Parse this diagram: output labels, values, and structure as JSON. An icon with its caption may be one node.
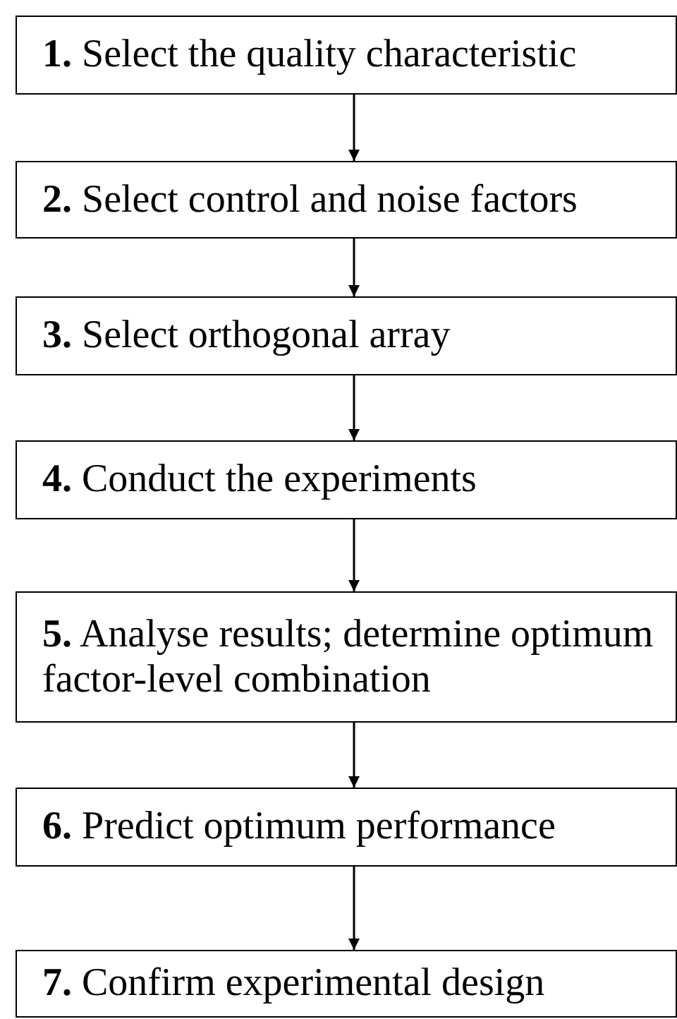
{
  "diagram": {
    "nodes": [
      {
        "text": [
          "**1.** Select the quality characteristic"
        ]
      },
      {
        "text": [
          "**2.** Select control and noise factors"
        ]
      },
      {
        "text": [
          "**3.** Select orthogonal array"
        ]
      },
      {
        "text": [
          "**4.** Conduct the experiments"
        ]
      },
      {
        "text": [
          "**5.** Analyse results; determine optimum factor-level combination"
        ]
      },
      {
        "text": [
          "**6.** Predict optimum performance"
        ]
      },
      {
        "text": [
          "**7.** Confirm experimental design"
        ]
      }
    ],
    "edges": [
      {
        "from": 0,
        "to": 1,
        "arrow": "to"
      },
      {
        "from": 1,
        "to": 2,
        "arrow": "to"
      },
      {
        "from": 2,
        "to": 3,
        "arrow": "to"
      },
      {
        "from": 3,
        "to": 4,
        "arrow": "to"
      },
      {
        "from": 4,
        "to": 5,
        "arrow": "to"
      },
      {
        "from": 5,
        "to": 6,
        "arrow": "to"
      }
    ]
  }
}
